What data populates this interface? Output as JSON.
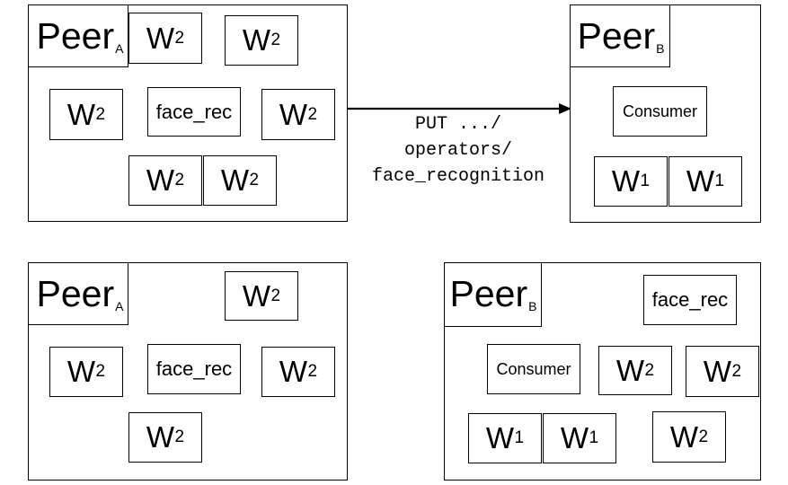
{
  "worker_w2": "W",
  "worker_w2_sub": "2",
  "worker_w1": "W",
  "worker_w1_sub": "1",
  "peer_a": {
    "name": "Peer",
    "sub": "A"
  },
  "peer_b": {
    "name": "Peer",
    "sub": "B"
  },
  "face_rec_label": "face_rec",
  "consumer_label": "Consumer",
  "request": {
    "line1": "PUT .../",
    "line2": "operators/",
    "line3": "face_recognition"
  }
}
